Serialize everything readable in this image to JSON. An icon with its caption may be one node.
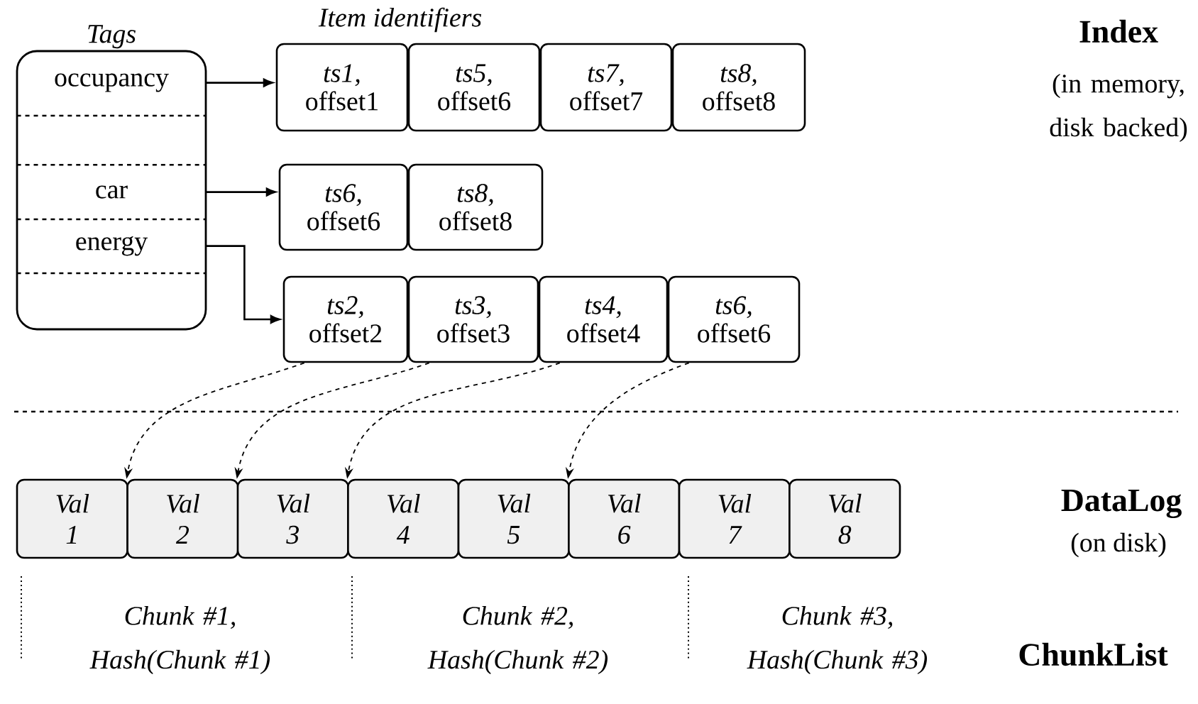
{
  "diagram": {
    "nodes": [
      {
        "text": [
          "Tags"
        ]
      },
      {
        "text": [
          "occupancy"
        ],
        "in": 0
      },
      {
        "text": [
          "car"
        ],
        "in": 0
      },
      {
        "text": [
          "energy"
        ],
        "in": 0
      },
      {
        "text": [
          "ts1,",
          "offset1"
        ]
      },
      {
        "text": [
          "ts5,",
          "offset6"
        ]
      },
      {
        "text": [
          "ts7,",
          "offset7"
        ]
      },
      {
        "text": [
          "ts8,",
          "offset8"
        ]
      },
      {
        "text": [
          "ts6,",
          "offset6"
        ]
      },
      {
        "text": [
          "ts8,",
          "offset8"
        ]
      },
      {
        "text": [
          "ts2,",
          "offset2"
        ]
      },
      {
        "text": [
          "ts3,",
          "offset3"
        ]
      },
      {
        "text": [
          "ts4,",
          "offset4"
        ]
      },
      {
        "text": [
          "ts6,",
          "offset6"
        ]
      },
      {
        "text": [
          "Val 1"
        ]
      },
      {
        "text": [
          "Val 2"
        ]
      },
      {
        "text": [
          "Val 3"
        ]
      },
      {
        "text": [
          "Val 4"
        ]
      },
      {
        "text": [
          "Val 5"
        ]
      },
      {
        "text": [
          "Val 6"
        ]
      },
      {
        "text": [
          "Val 7"
        ]
      },
      {
        "text": [
          "Val 8"
        ]
      }
    ],
    "edges": [
      {
        "from": 1,
        "to": 4,
        "arrow": "to"
      },
      {
        "from": 2,
        "to": 8,
        "arrow": "to"
      },
      {
        "from": 3,
        "to": 10,
        "arrow": "to"
      },
      {
        "from": 10,
        "to": 15,
        "arrow": "to",
        "style": "dashed"
      },
      {
        "from": 11,
        "to": 16,
        "arrow": "to",
        "style": "dashed"
      },
      {
        "from": 12,
        "to": 17,
        "arrow": "to",
        "style": "dashed"
      },
      {
        "from": 13,
        "to": 19,
        "arrow": "to",
        "style": "dashed"
      }
    ],
    "labels": [
      "Item identifiers",
      "Index",
      "(in memory, disk backed)",
      "DataLog",
      "(on disk)",
      "Chunk #1, Hash(Chunk #1)",
      "Chunk #2, Hash(Chunk #2)",
      "Chunk #3, Hash(Chunk #3)",
      "ChunkList"
    ]
  }
}
